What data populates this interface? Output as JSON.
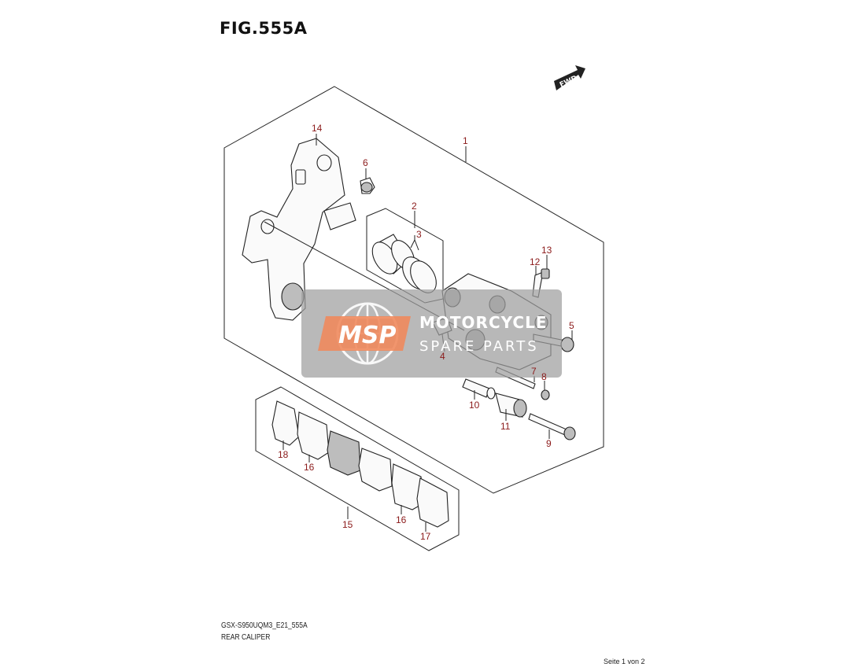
{
  "figure": {
    "title": "FIG.555A",
    "fwd_label": "FWD",
    "model_code": "GSX-S950UQM3_E21_555A",
    "section_name": "REAR CALIPER",
    "page_info": "Seite 1 von 2"
  },
  "watermark": {
    "logo_text": "MSP",
    "line1": "MOTORCYCLE",
    "line2": "SPARE PARTS"
  },
  "callouts": {
    "c1": "1",
    "c2": "2",
    "c3": "3",
    "c4": "4",
    "c5": "5",
    "c6": "6",
    "c7": "7",
    "c8": "8",
    "c9": "9",
    "c10": "10",
    "c11": "11",
    "c12": "12",
    "c13": "13",
    "c14": "14",
    "c15": "15",
    "c16a": "16",
    "c16b": "16",
    "c17": "17",
    "c18": "18"
  },
  "colors": {
    "callout": "#8b1a1a",
    "watermark_gray": "#9e9e9e",
    "watermark_orange": "#f08a5d"
  }
}
